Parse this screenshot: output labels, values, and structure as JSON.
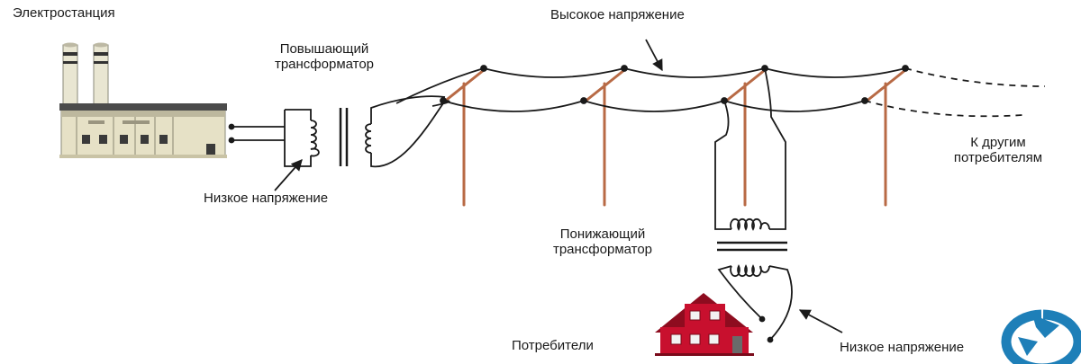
{
  "labels": {
    "power_station": "Электростанция",
    "step_up_transformer_line1": "Повышающий",
    "step_up_transformer_line2": "трансформатор",
    "high_voltage": "Высокое напряжение",
    "low_voltage_left": "Низкое напряжение",
    "to_other_consumers_line1": "К другим",
    "to_other_consumers_line2": "потребителям",
    "step_down_transformer_line1": "Понижающий",
    "step_down_transformer_line2": "трансформатор",
    "consumers": "Потребители",
    "low_voltage_right": "Низкое напряжение"
  },
  "colors": {
    "wire": "#1a1a1a",
    "pole": "#b86a45",
    "house": "#c8102e",
    "roof": "#8e0c1f",
    "building": "#e6e1c6",
    "logo": "#1e7fb8"
  },
  "icons": {
    "power_station": "power-station-icon",
    "house": "house-icon",
    "logo": "logo-icon"
  }
}
